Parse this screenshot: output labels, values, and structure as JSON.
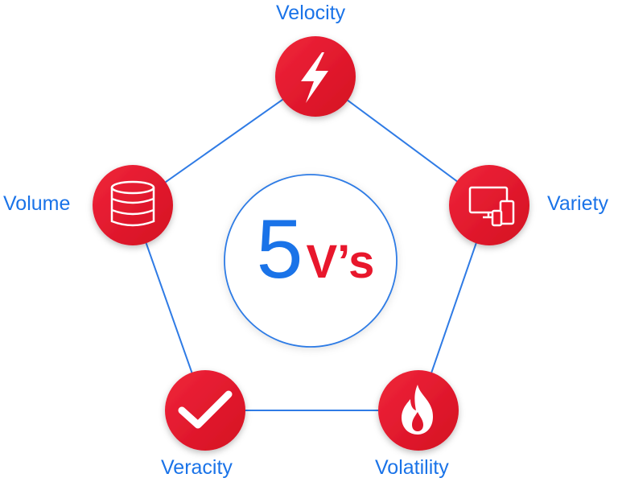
{
  "colors": {
    "accent_blue": "#1a73e8",
    "node_red": "#e8172c",
    "node_red_dark": "#c9101f",
    "edge_blue": "#2f7be5",
    "white": "#ffffff"
  },
  "center": {
    "number": "5",
    "suffix": "V’s"
  },
  "nodes": {
    "velocity": {
      "label": "Velocity",
      "icon": "lightning-bolt-icon"
    },
    "variety": {
      "label": "Variety",
      "icon": "devices-icon"
    },
    "volatility": {
      "label": "Volatility",
      "icon": "flame-icon"
    },
    "veracity": {
      "label": "Veracity",
      "icon": "checkmark-icon"
    },
    "volume": {
      "label": "Volume",
      "icon": "database-icon"
    }
  }
}
